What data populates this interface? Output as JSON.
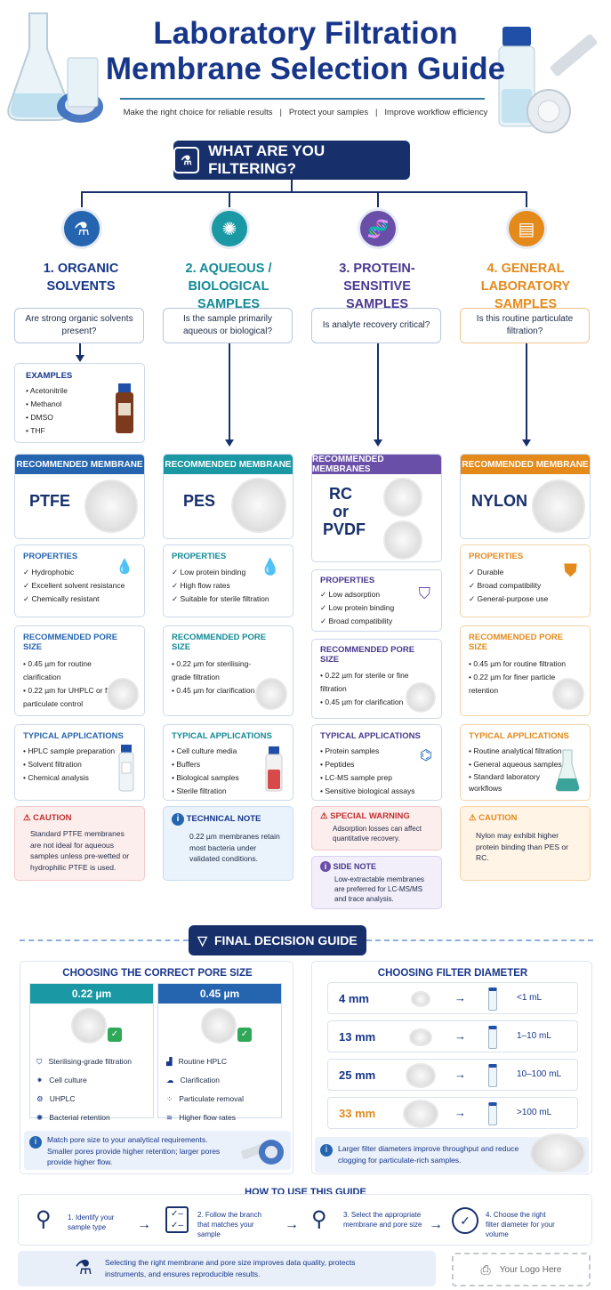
{
  "title_line1": "Laboratory Filtration",
  "title_line2": "Membrane Selection Guide",
  "subtitle": "Make the right choice for reliable results   |   Protect your samples   |   Improve workflow efficiency",
  "question_banner": "WHAT ARE YOU FILTERING?",
  "columns": [
    {
      "num_title": "1. ORGANIC SOLVENTS",
      "question": "Are strong organic solvents present?",
      "rec_header": "RECOMMENDED MEMBRANE",
      "membrane": "PTFE",
      "props_title": "PROPERTIES",
      "props": [
        "Hydrophobic",
        "Excellent solvent resistance",
        "Chemically resistant"
      ],
      "pore_title": "RECOMMENDED PORE SIZE",
      "pore": [
        "0.45 µm for routine clarification",
        "0.22 µm for UHPLC or finer particulate control"
      ],
      "apps_title": "TYPICAL APPLICATIONS",
      "apps": [
        "HPLC sample preparation",
        "Solvent filtration",
        "Chemical analysis"
      ],
      "note_title": "CAUTION",
      "note": "Standard PTFE membranes are not ideal for aqueous samples unless pre-wetted or hydrophilic PTFE is used."
    },
    {
      "num_title": "2. AQUEOUS / BIOLOGICAL SAMPLES",
      "question": "Is the sample primarily aqueous or biological?",
      "rec_header": "RECOMMENDED MEMBRANE",
      "membrane": "PES",
      "props_title": "PROPERTIES",
      "props": [
        "Low protein binding",
        "High flow rates",
        "Suitable for sterile filtration"
      ],
      "pore_title": "RECOMMENDED PORE SIZE",
      "pore": [
        "0.22 µm for sterilising-grade filtration",
        "0.45 µm for clarification"
      ],
      "apps_title": "TYPICAL APPLICATIONS",
      "apps": [
        "Cell culture media",
        "Buffers",
        "Biological samples",
        "Sterile filtration"
      ],
      "note_title": "TECHNICAL NOTE",
      "note": "0.22 µm membranes retain most bacteria under validated conditions."
    },
    {
      "num_title": "3. PROTEIN-SENSITIVE SAMPLES",
      "question": "Is analyte recovery critical?",
      "rec_header": "RECOMMENDED MEMBRANES",
      "membrane_l1": "RC",
      "membrane_l2": "or",
      "membrane_l3": "PVDF",
      "props_title": "PROPERTIES",
      "props": [
        "Low adsorption",
        "Low protein binding",
        "Broad compatibility"
      ],
      "pore_title": "RECOMMENDED PORE SIZE",
      "pore": [
        "0.22 µm for sterile or fine filtration",
        "0.45 µm for clarification"
      ],
      "apps_title": "TYPICAL APPLICATIONS",
      "apps": [
        "Protein samples",
        "Peptides",
        "LC-MS sample prep",
        "Sensitive biological assays"
      ],
      "note_title": "SPECIAL WARNING",
      "note": "Adsorption losses can affect quantitative recovery.",
      "side_title": "SIDE NOTE",
      "side": "Low-extractable membranes are preferred for LC-MS/MS and trace analysis."
    },
    {
      "num_title": "4. GENERAL LABORATORY SAMPLES",
      "question": "Is this routine particulate filtration?",
      "rec_header": "RECOMMENDED MEMBRANE",
      "membrane": "NYLON",
      "props_title": "PROPERTIES",
      "props": [
        "Durable",
        "Broad compatibility",
        "General-purpose use"
      ],
      "pore_title": "RECOMMENDED PORE SIZE",
      "pore": [
        "0.45 µm for routine filtration",
        "0.22 µm for finer particle retention"
      ],
      "apps_title": "TYPICAL APPLICATIONS",
      "apps": [
        "Routine analytical filtration",
        "General aqueous samples",
        "Standard laboratory workflows"
      ],
      "note_title": "CAUTION",
      "note": "Nylon may exhibit higher protein binding than PES or RC."
    }
  ],
  "examples_title": "EXAMPLES",
  "examples": [
    "Acetonitrile",
    "Methanol",
    "DMSO",
    "THF"
  ],
  "final_banner": "FINAL DECISION GUIDE",
  "pore_section": {
    "title": "CHOOSING THE CORRECT PORE SIZE",
    "a": "0.22 µm",
    "b": "0.45 µm",
    "a_items": [
      "Sterilising-grade filtration",
      "Cell culture",
      "UHPLC",
      "Bacterial retention"
    ],
    "b_items": [
      "Routine HPLC",
      "Clarification",
      "Particulate removal",
      "Higher flow rates"
    ],
    "tip": "Match pore size to your analytical requirements. Smaller pores provide higher retention; larger pores provide higher flow."
  },
  "diam_section": {
    "title": "CHOOSING FILTER DIAMETER",
    "rows": [
      {
        "d": "4 mm",
        "v": "<1 mL"
      },
      {
        "d": "13 mm",
        "v": "1–10 mL"
      },
      {
        "d": "25 mm",
        "v": "10–100 mL"
      },
      {
        "d": "33 mm",
        "v": ">100 mL"
      }
    ],
    "tip": "Larger filter diameters improve throughput and reduce clogging for particulate-rich samples."
  },
  "howto": {
    "title": "HOW TO USE THIS GUIDE",
    "steps": [
      "1. Identify your sample type",
      "2. Follow the branch that matches your sample",
      "3. Select the appropriate membrane and pore size",
      "4. Choose the right filter diameter for your volume"
    ]
  },
  "footer_text": "Selecting the right membrane and pore size improves data quality, protects instruments, and ensures reproducible results.",
  "logo_text": "Your Logo Here",
  "colors": {
    "navy": "#17306c",
    "blue": "#2565b0",
    "teal": "#1a98a4",
    "purple": "#6a4fa8",
    "orange": "#e48a1b"
  }
}
